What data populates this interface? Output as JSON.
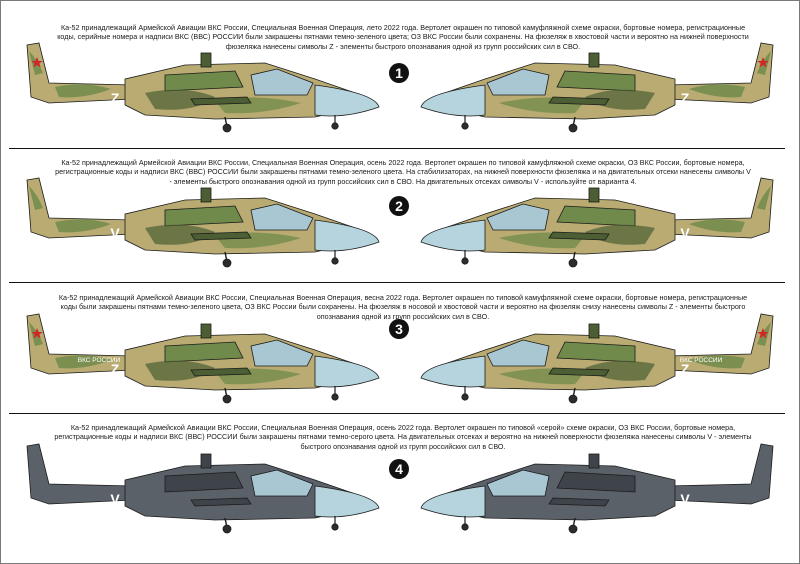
{
  "variants": [
    {
      "number": "1",
      "description": "Ка-52 принадлежащий Армейской Авиации ВКС России, Специальная Военная Операция, лето 2022 года. Вертолет окрашен по типовой камуфляжной схеме окраски, бортовые номера, регистрационные коды, серийные номера и надписи ВКС (ВВС) РОССИИ были закрашены пятнами темно-зеленого цвета; ОЗ ВКС России были сохранены. На фюзеляж в хвостовой части и вероятно на нижней поверхности фюзеляжа нанесены символы Z - элементы быстрого опознавания одной из групп российских сил в СВО.",
      "scheme": "camo",
      "fuselage_symbol": "Z",
      "side_text": "",
      "star": true
    },
    {
      "number": "2",
      "description": "Ка-52 принадлежащий Армейской Авиации ВКС России, Специальная Военная Операция, осень 2022 года. Вертолет окрашен по типовой камуфляжной схеме окраски, ОЗ ВКС России, бортовые номера, регистрационные коды и надписи ВКС (ВВС) РОССИИ были закрашены пятнами темно-зеленого цвета. На стабилизаторах, на нижней поверхности фюзеляжа и на двигательных отсеки нанесены символы V - элементы быстрого опознавания одной из групп российских сил в СВО. На двигательных отсеках символы V - используйте от варианта 4.",
      "scheme": "camo",
      "fuselage_symbol": "V",
      "side_text": "",
      "star": false
    },
    {
      "number": "3",
      "description": "Ка-52 принадлежащий Армейской Авиации ВКС России, Специальная Военная Операция, весна 2022 года. Вертолет окрашен по типовой камуфляжной схеме окраски, бортовые номера, регистрационные коды были закрашены пятнами темно-зеленого цвета, ОЗ ВКС России были сохранены. На фюзеляж в носовой и хвостовой части и вероятно на фюзеляж снизу нанесены символы Z - элементы быстрого опознавания одной из групп российских сил в СВО.",
      "scheme": "camo",
      "fuselage_symbol": "Z",
      "side_text": "ВКС РОССИИ",
      "star": true
    },
    {
      "number": "4",
      "description": "Ка-52 принадлежащий Армейской Авиации ВКС России, Специальная Военная Операция, осень 2022 года. Вертолет окрашен по типовой «серой» схеме окраски, ОЗ ВКС России, бортовые номера, регистрационные коды и надписи ВКС (ВВС) РОССИИ были закрашены пятнами темно-серого цвета. На двигательных отсеках и вероятно на нижней поверхности фюзеляжа нанесены символы V - элементы быстрого опознавания одной из групп российских сил в СВО.",
      "scheme": "grey",
      "fuselage_symbol": "V",
      "side_text": "",
      "star": false
    }
  ],
  "colors": {
    "camo_base": "#b9ab72",
    "camo_green": "#6f8a4a",
    "camo_dark": "#4c5e33",
    "grey_base": "#5b6168",
    "grey_dark": "#3f444a",
    "canopy": "#a9c7d3",
    "nose_radome": "#b6d4de",
    "outline": "#1b1b1b",
    "star_red": "#cc2a2a"
  }
}
